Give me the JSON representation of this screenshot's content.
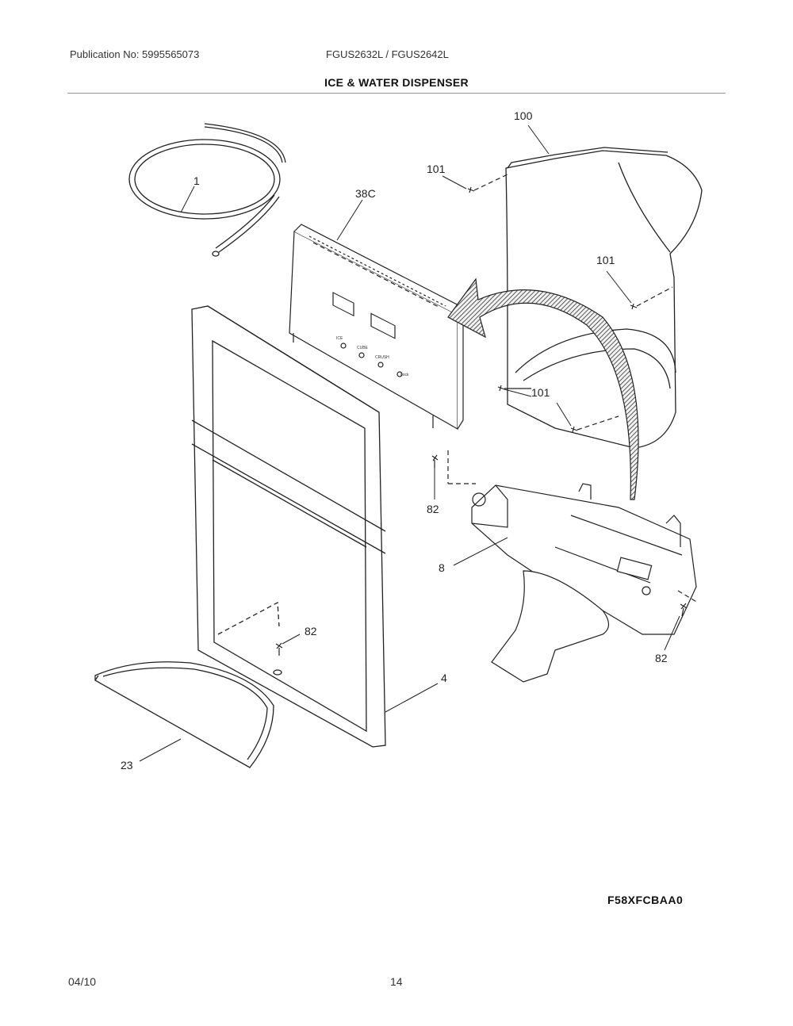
{
  "header": {
    "publication": "Publication No: 5995565073",
    "models": "FGUS2632L / FGUS2642L",
    "title": "ICE & WATER DISPENSER"
  },
  "callouts": {
    "tubing": "1",
    "control_board": "38C",
    "housing": "100",
    "screw_upper": "101",
    "screw_mid": "101",
    "screw_low": "101",
    "screw_82_a": "82",
    "dispenser_assy": "8",
    "screw_82_b": "82",
    "screw_82_c": "82",
    "frame": "4",
    "drip_tray": "23"
  },
  "footer": {
    "date": "04/10",
    "page": "14",
    "diagram_code": "F58XFCBAA0"
  }
}
